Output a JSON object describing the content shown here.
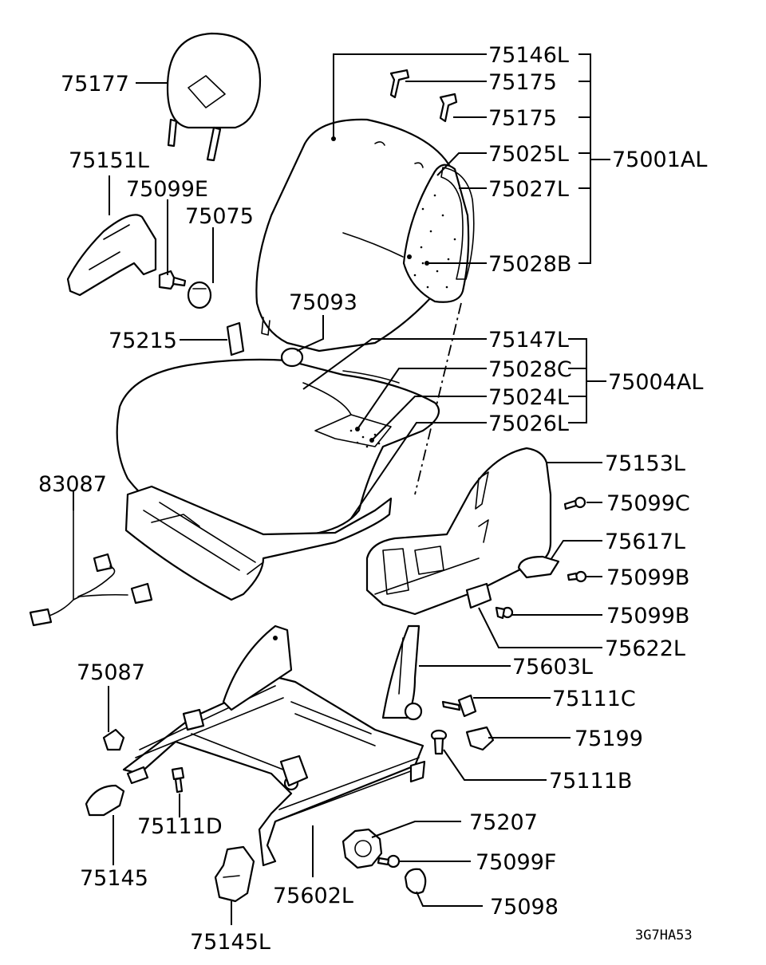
{
  "labels": {
    "p75146L": "75146L",
    "p75175a": "75175",
    "p75175b": "75175",
    "p75025L": "75025L",
    "p75001AL": "75001AL",
    "p75027L": "75027L",
    "p75028B": "75028B",
    "p75177": "75177",
    "p75151L": "75151L",
    "p75099E": "75099E",
    "p75075": "75075",
    "p75093": "75093",
    "p75215": "75215",
    "p75147L": "75147L",
    "p75028C": "75028C",
    "p75004AL": "75004AL",
    "p75024L": "75024L",
    "p75026L": "75026L",
    "p75153L": "75153L",
    "p83087": "83087",
    "p75099C": "75099C",
    "p75617L": "75617L",
    "p75099B_a": "75099B",
    "p75099B_b": "75099B",
    "p75622L": "75622L",
    "p75603L": "75603L",
    "p75087": "75087",
    "p75111C": "75111C",
    "p75199": "75199",
    "p75111B": "75111B",
    "p75111D": "75111D",
    "p75207": "75207",
    "p75099F": "75099F",
    "p75145": "75145",
    "p75602L": "75602L",
    "p75098": "75098",
    "p75145L": "75145L"
  },
  "diagram_code": "3G7HA53"
}
